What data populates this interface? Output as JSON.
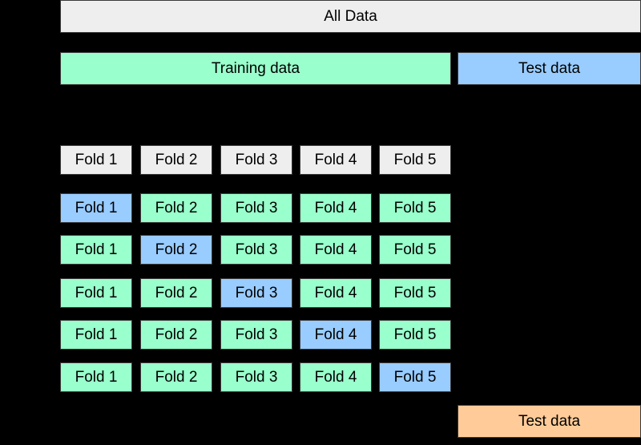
{
  "all_data_label": "All Data",
  "training_data_label": "Training data",
  "test_data_label": "Test data",
  "final_test_data_label": "Test data",
  "fold_header": [
    "Fold 1",
    "Fold 2",
    "Fold 3",
    "Fold 4",
    "Fold 5"
  ],
  "splits": [
    {
      "folds": [
        "Fold 1",
        "Fold 2",
        "Fold 3",
        "Fold 4",
        "Fold 5"
      ],
      "validation_fold": 1
    },
    {
      "folds": [
        "Fold 1",
        "Fold 2",
        "Fold 3",
        "Fold 4",
        "Fold 5"
      ],
      "validation_fold": 2
    },
    {
      "folds": [
        "Fold 1",
        "Fold 2",
        "Fold 3",
        "Fold 4",
        "Fold 5"
      ],
      "validation_fold": 3
    },
    {
      "folds": [
        "Fold 1",
        "Fold 2",
        "Fold 3",
        "Fold 4",
        "Fold 5"
      ],
      "validation_fold": 4
    },
    {
      "folds": [
        "Fold 1",
        "Fold 2",
        "Fold 3",
        "Fold 4",
        "Fold 5"
      ],
      "validation_fold": 5
    }
  ],
  "colors": {
    "background": "#000000",
    "all_data": "#eeeeee",
    "training": "#99ffcc",
    "validation": "#99ccff",
    "test": "#99ccff",
    "final_test": "#ffcc99"
  }
}
